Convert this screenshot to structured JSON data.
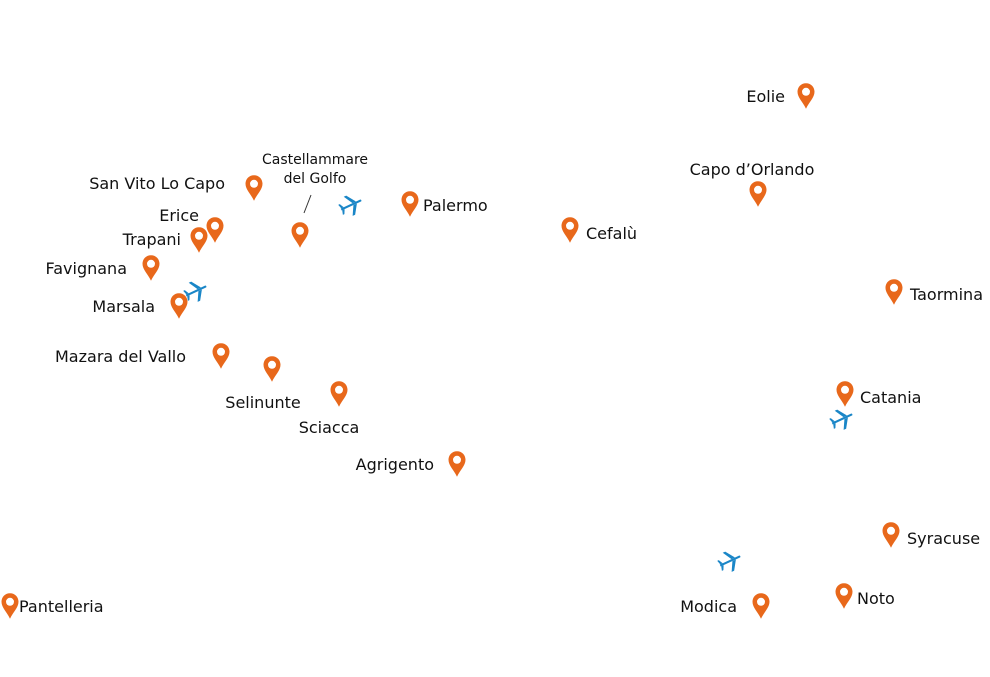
{
  "colors": {
    "pin": "#e8681b",
    "airport": "#1a86c7",
    "text": "#111111",
    "background": "#ffffff"
  },
  "icons": {
    "location": "map-pin-icon",
    "airport": "airplane-icon"
  },
  "places": [
    {
      "id": "eolie",
      "name": "Eolie"
    },
    {
      "id": "capo-dorlando",
      "name": "Capo d’Orlando"
    },
    {
      "id": "san-vito-lo-capo",
      "name": "San Vito Lo Capo"
    },
    {
      "id": "castellammare",
      "name_line1": "Castellammare",
      "name_line2": "del Golfo"
    },
    {
      "id": "palermo",
      "name": "Palermo"
    },
    {
      "id": "cefalu",
      "name": "Cefalù"
    },
    {
      "id": "erice",
      "name": "Erice"
    },
    {
      "id": "trapani",
      "name": "Trapani"
    },
    {
      "id": "favignana",
      "name": "Favignana"
    },
    {
      "id": "marsala",
      "name": "Marsala"
    },
    {
      "id": "taormina",
      "name": "Taormina"
    },
    {
      "id": "mazara",
      "name": "Mazara del Vallo"
    },
    {
      "id": "selinunte",
      "name": "Selinunte"
    },
    {
      "id": "sciacca",
      "name": "Sciacca"
    },
    {
      "id": "catania",
      "name": "Catania"
    },
    {
      "id": "agrigento",
      "name": "Agrigento"
    },
    {
      "id": "syracuse",
      "name": "Syracuse"
    },
    {
      "id": "pantelleria",
      "name": "Pantelleria"
    },
    {
      "id": "modica",
      "name": "Modica"
    },
    {
      "id": "noto",
      "name": "Noto"
    }
  ]
}
